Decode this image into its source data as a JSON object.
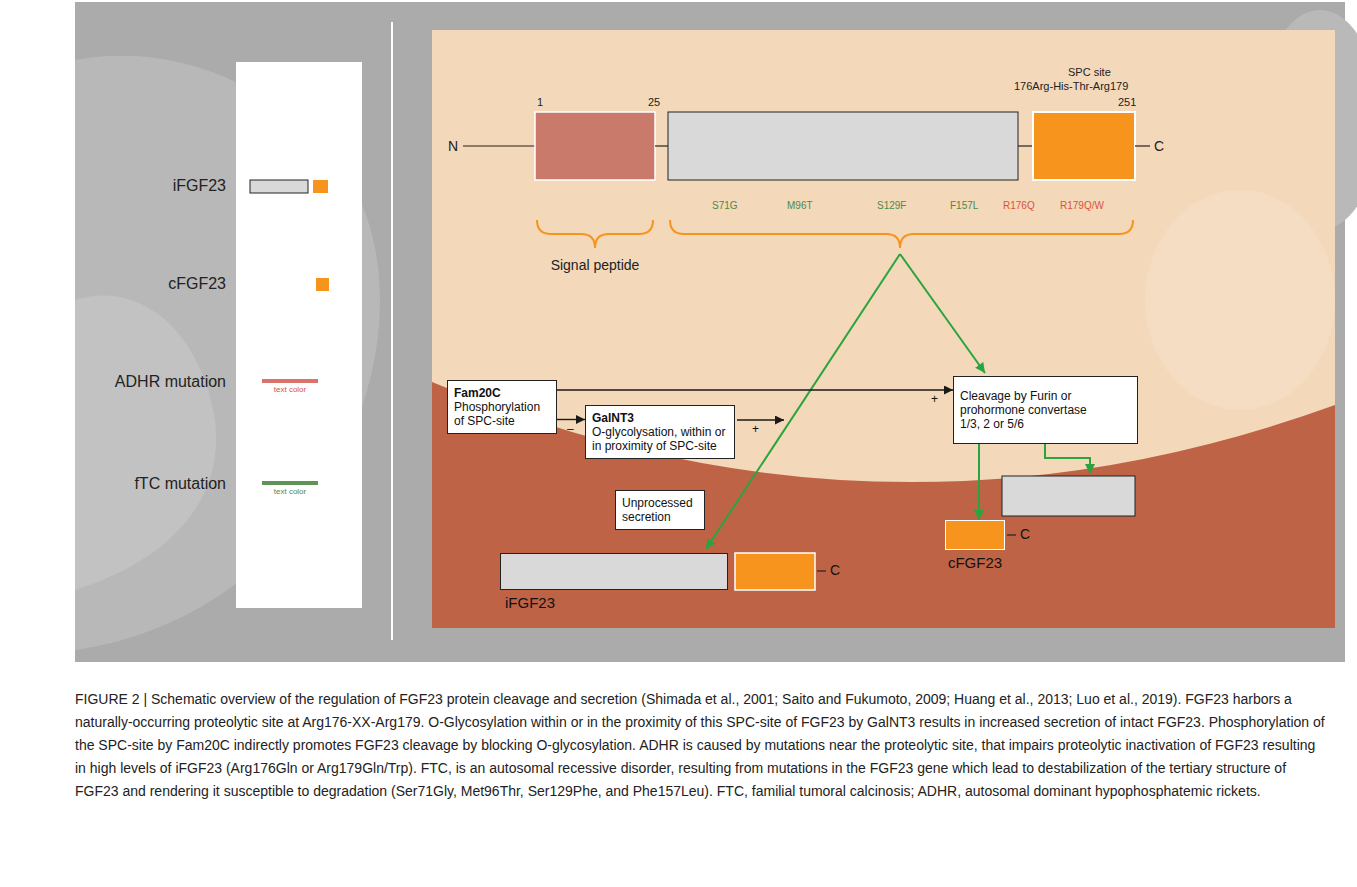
{
  "diagram": {
    "caption": "FIGURE 2 | Schematic overview of the regulation of FGF23 protein cleavage and secretion (Shimada et al., 2001; Saito and Fukumoto, 2009; Huang et al., 2013; Luo et al., 2019). FGF23 harbors a naturally-occurring proteolytic site at Arg176-XX-Arg179. O-Glycosylation within or in the proximity of this SPC-site of FGF23 by GalNT3 results in increased secretion of intact FGF23. Phosphorylation of the SPC-site by Fam20C indirectly promotes FGF23 cleavage by blocking O-glycosylation. ADHR is caused by mutations near the proteolytic site, that impairs proteolytic inactivation of FGF23 resulting in high levels of iFGF23 (Arg176Gln or Arg179Gln/Trp). FTC, is an autosomal recessive disorder, resulting from mutations in the FGF23 gene which lead to destabilization of the tertiary structure of FGF23 and rendering it susceptible to degradation (Ser71Gly, Met96Thr, Ser129Phe, and Phe157Leu). FTC, familial tumoral calcinosis; ADHR, autosomal dominant hypophosphatemic rickets.",
    "nodes": [
      {
        "text": [
          "Fam20C",
          "Phosphorylation of SPC-site"
        ]
      },
      {
        "text": [
          "GalNT3",
          "O-glycolysation, within or in proximity of SPC-site"
        ]
      },
      {
        "text": [
          "Cleavage by Furin or prohormone convertase 1/3, 2 or 5/6"
        ]
      },
      {
        "text": [
          "Unprocessed secretion"
        ]
      },
      {
        "text": [
          "cFGF23"
        ]
      },
      {
        "text": [
          "iFGF23"
        ]
      }
    ],
    "edges": [
      {
        "from": 0,
        "to": 2,
        "label": "+",
        "arrow": "to"
      },
      {
        "from": 0,
        "to": 1,
        "label": "–",
        "arrow": "to"
      },
      {
        "from": 2,
        "to": 4,
        "arrow": "to"
      }
    ],
    "labels": [
      "1",
      "25",
      "SPC site",
      "176Arg-His-Thr-Arg179",
      "251",
      "N",
      "C",
      "S71G",
      "M96T",
      "S129F",
      "F157L",
      "R176Q",
      "R179Q/W",
      "Signal peptide",
      "+",
      "C",
      "C",
      "text color",
      "text color"
    ],
    "legend": [
      {
        "text": "iFGF23"
      },
      {
        "text": "cFGF23"
      },
      {
        "text": "ADHR mutation"
      },
      {
        "text": "fTC mutation"
      }
    ]
  }
}
